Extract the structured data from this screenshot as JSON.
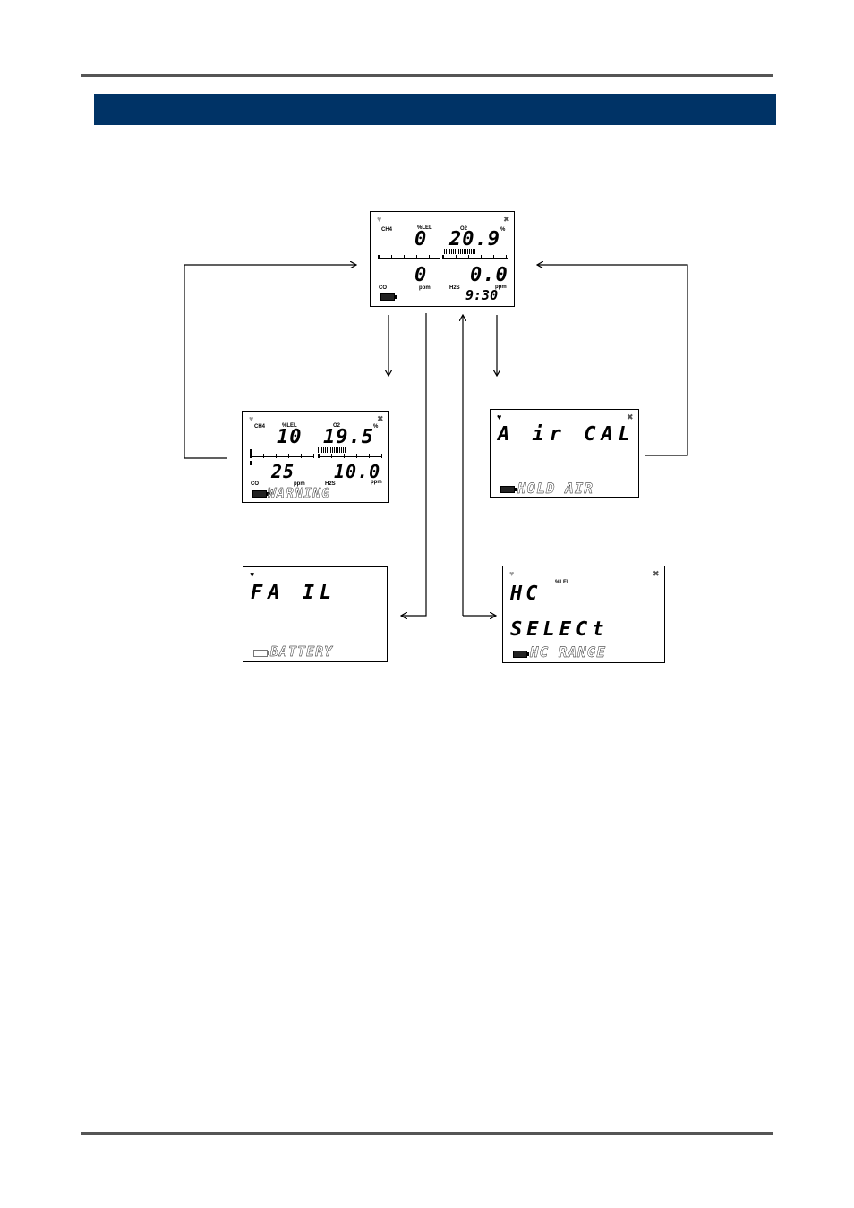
{
  "page": {
    "band_color": "#003366"
  },
  "screens": {
    "main": {
      "heart_icon": "heart-icon",
      "fan_icon": "fan-icon",
      "ch4_label": "CH4",
      "lel_unit": "%LEL",
      "o2_label": "O2",
      "pct_unit": "%",
      "ch4_value": "0",
      "o2_value": "20.9",
      "co_value": "0",
      "h2s_value": "0.0",
      "co_label": "CO",
      "ppm_unit_co": "ppm",
      "h2s_label": "H2S",
      "ppm_unit_h2s": "ppm",
      "time": "9:30"
    },
    "warning": {
      "ch4_label": "CH4",
      "lel_unit": "%LEL",
      "o2_label": "O2",
      "pct_unit": "%",
      "ch4_value": "10",
      "o2_value": "19.5",
      "co_value": "25",
      "h2s_value": "10.0",
      "co_label": "CO",
      "ppm_unit_co": "ppm",
      "h2s_label": "H2S",
      "ppm_unit_h2s": "ppm",
      "message": "WARNING"
    },
    "air_cal": {
      "line1": "A ir  CAL",
      "message": "HOLD AIR"
    },
    "fail": {
      "line1": "FA IL",
      "message": "BATTERY"
    },
    "hc_select": {
      "line1": "HC",
      "lel_unit": "%LEL",
      "line2": "SELECt",
      "message": "HC RANGE"
    }
  }
}
